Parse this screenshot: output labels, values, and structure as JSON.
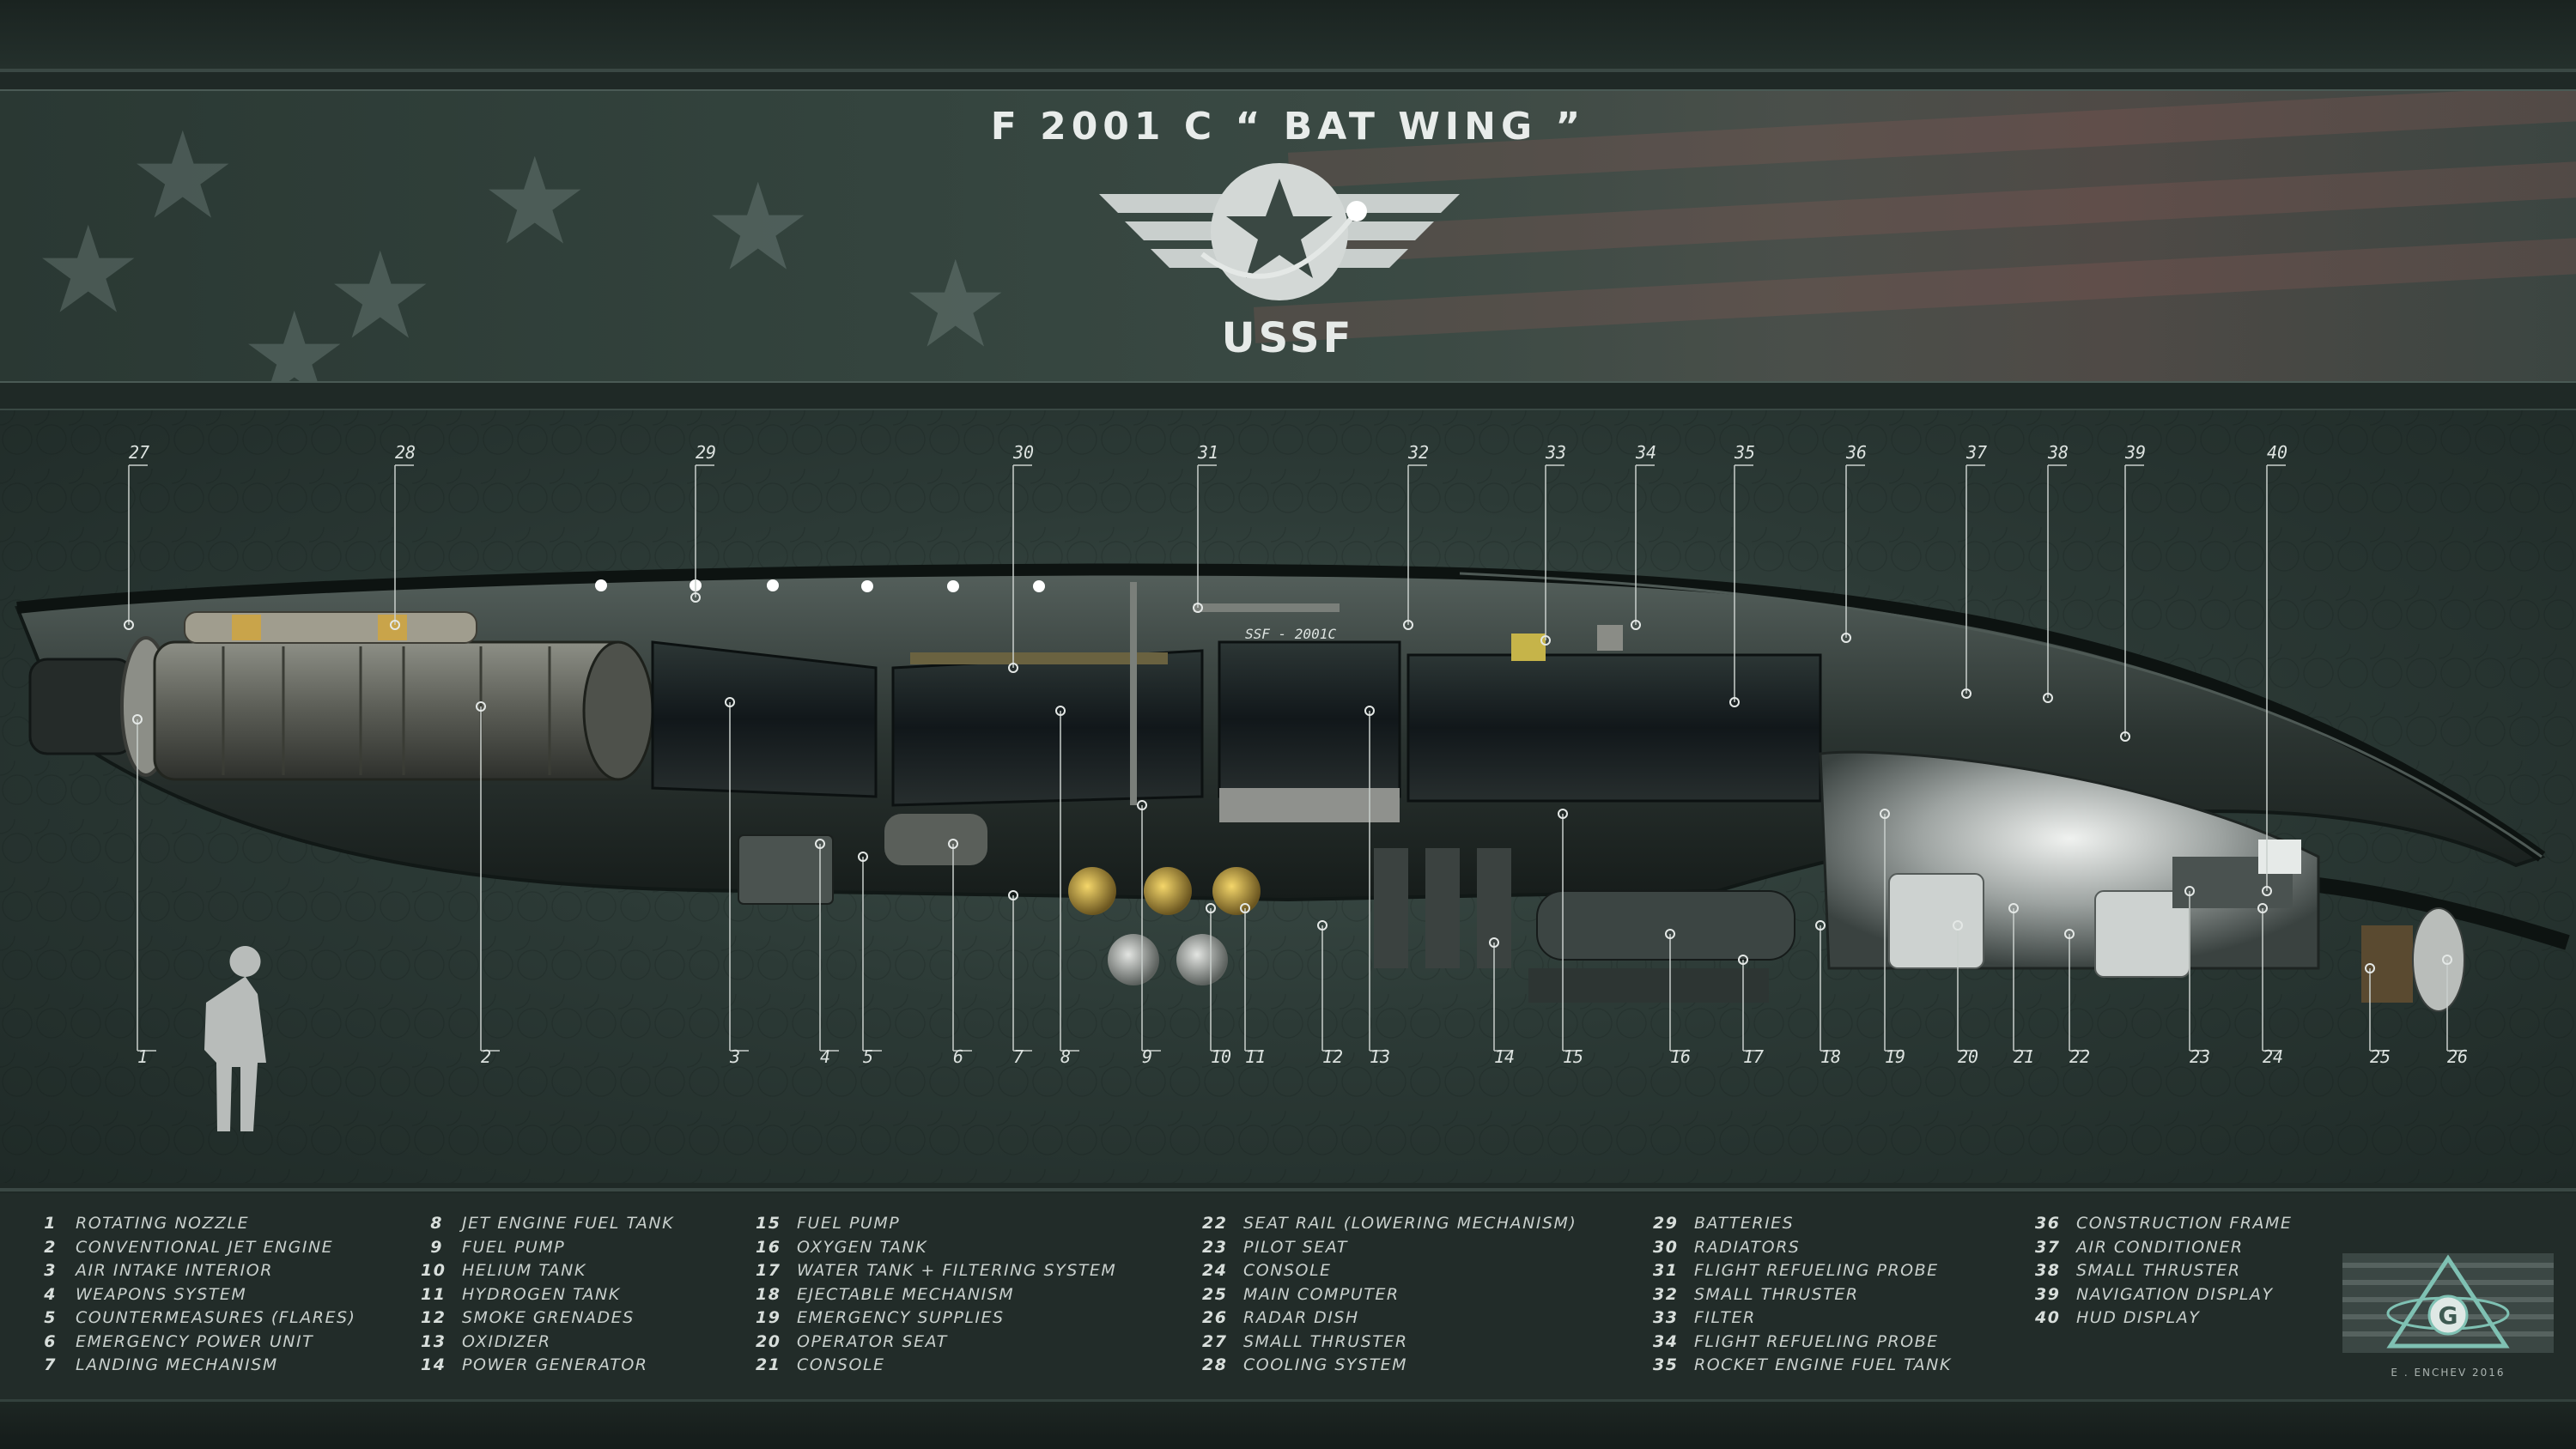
{
  "header": {
    "title": "F 2001 C “ BAT WING ”",
    "org": "USSF"
  },
  "callouts": {
    "top": [
      "27",
      "28",
      "29",
      "30",
      "31",
      "32",
      "33",
      "34",
      "35",
      "36",
      "37",
      "38",
      "39",
      "40"
    ],
    "bottom": [
      "1",
      "2",
      "3",
      "4",
      "5",
      "6",
      "7",
      "8",
      "9",
      "10",
      "11",
      "12",
      "13",
      "14",
      "15",
      "16",
      "17",
      "18",
      "19",
      "20",
      "21",
      "22",
      "23",
      "24",
      "25",
      "26"
    ]
  },
  "hull_marking": "SSF - 2001C",
  "legend": [
    [
      {
        "n": "1",
        "label": "ROTATING NOZZLE"
      },
      {
        "n": "2",
        "label": "CONVENTIONAL JET ENGINE"
      },
      {
        "n": "3",
        "label": "AIR INTAKE INTERIOR"
      },
      {
        "n": "4",
        "label": "WEAPONS SYSTEM"
      },
      {
        "n": "5",
        "label": "COUNTERMEASURES (FLARES)"
      },
      {
        "n": "6",
        "label": "EMERGENCY POWER UNIT"
      },
      {
        "n": "7",
        "label": "LANDING MECHANISM"
      }
    ],
    [
      {
        "n": "8",
        "label": "JET ENGINE FUEL TANK"
      },
      {
        "n": "9",
        "label": "FUEL PUMP"
      },
      {
        "n": "10",
        "label": "HELIUM TANK"
      },
      {
        "n": "11",
        "label": "HYDROGEN TANK"
      },
      {
        "n": "12",
        "label": "SMOKE GRENADES"
      },
      {
        "n": "13",
        "label": "OXIDIZER"
      },
      {
        "n": "14",
        "label": "POWER GENERATOR"
      }
    ],
    [
      {
        "n": "15",
        "label": "FUEL PUMP"
      },
      {
        "n": "16",
        "label": "OXYGEN TANK"
      },
      {
        "n": "17",
        "label": "WATER TANK + FILTERING SYSTEM"
      },
      {
        "n": "18",
        "label": "EJECTABLE  MECHANISM"
      },
      {
        "n": "19",
        "label": "EMERGENCY SUPPLIES"
      },
      {
        "n": "20",
        "label": "OPERATOR SEAT"
      },
      {
        "n": "21",
        "label": "CONSOLE"
      }
    ],
    [
      {
        "n": "22",
        "label": "SEAT RAIL (LOWERING MECHANISM)"
      },
      {
        "n": "23",
        "label": "PILOT SEAT"
      },
      {
        "n": "24",
        "label": "CONSOLE"
      },
      {
        "n": "25",
        "label": "MAIN COMPUTER"
      },
      {
        "n": "26",
        "label": "RADAR DISH"
      },
      {
        "n": "27",
        "label": "SMALL THRUSTER"
      },
      {
        "n": "28",
        "label": "COOLING SYSTEM"
      }
    ],
    [
      {
        "n": "29",
        "label": "BATTERIES"
      },
      {
        "n": "30",
        "label": "RADIATORS"
      },
      {
        "n": "31",
        "label": "FLIGHT REFUELING PROBE"
      },
      {
        "n": "32",
        "label": "SMALL THRUSTER"
      },
      {
        "n": "33",
        "label": "FILTER"
      },
      {
        "n": "34",
        "label": "FLIGHT REFUELING PROBE"
      },
      {
        "n": "35",
        "label": "ROCKET ENGINE FUEL TANK"
      }
    ],
    [
      {
        "n": "36",
        "label": "CONSTRUCTION FRAME"
      },
      {
        "n": "37",
        "label": "AIR CONDITIONER"
      },
      {
        "n": "38",
        "label": "SMALL THRUSTER"
      },
      {
        "n": "39",
        "label": "NAVIGATION DISPLAY"
      },
      {
        "n": "40",
        "label": "HUD DISPLAY"
      }
    ]
  ],
  "logo_letter": "G",
  "credit": "E . ENCHEV 2016"
}
